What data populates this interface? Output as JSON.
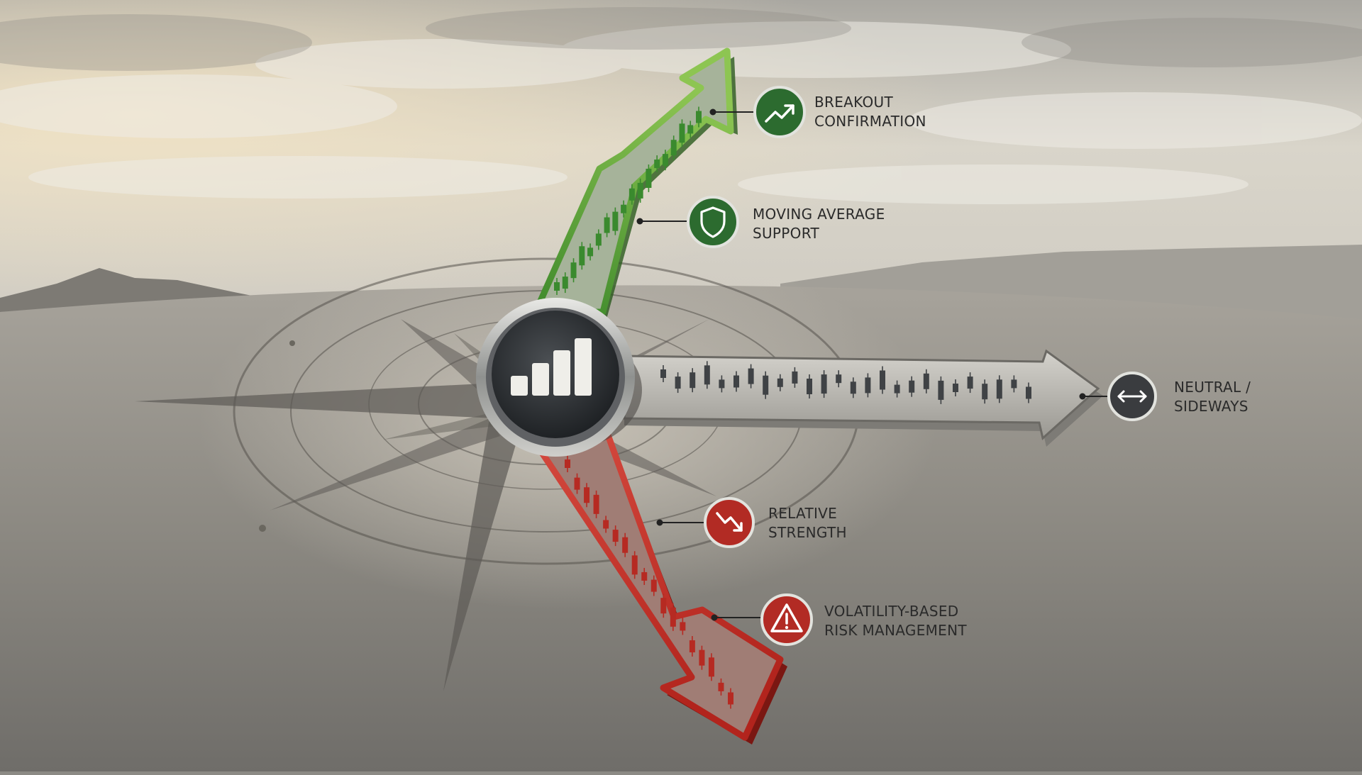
{
  "hub_icon": "bar-chart-icon",
  "colors": {
    "bullish": "#3a8a2e",
    "bearish": "#b62a22",
    "neutral": "#3f4245",
    "sky": "#d9d6cc",
    "ground": "#8e8b84"
  },
  "callouts": {
    "breakout": {
      "icon": "trending-up-icon",
      "line1": "BREAKOUT",
      "line2": "CONFIRMATION"
    },
    "moving_average": {
      "icon": "shield-icon",
      "line1": "MOVING AVERAGE",
      "line2": "SUPPORT"
    },
    "neutral": {
      "icon": "double-arrow-icon",
      "line1": "NEUTRAL /",
      "line2": "SIDEWAYS"
    },
    "relative_strength": {
      "icon": "trending-down-icon",
      "line1": "RELATIVE",
      "line2": "STRENGTH"
    },
    "volatility": {
      "icon": "warning-icon",
      "line1": "VOLATILITY-BASED",
      "line2": "RISK MANAGEMENT"
    }
  }
}
